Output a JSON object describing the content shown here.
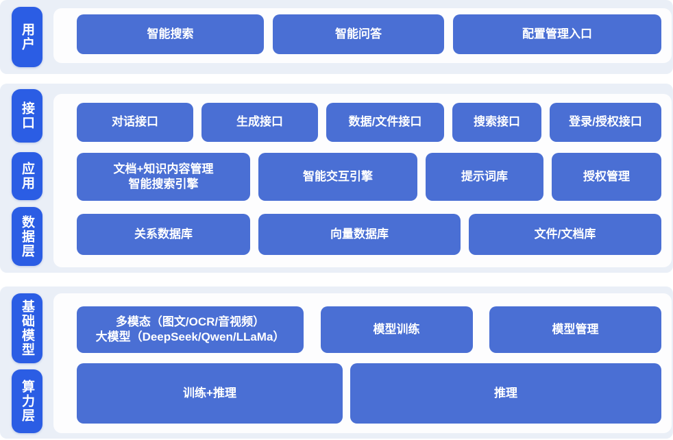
{
  "colors": {
    "layer_label_blue": "#2b5de4",
    "block_blue": "#4a6fd4",
    "section_background": "#eaeff7",
    "panel_background": "#fdfdfe",
    "text": "#ffffff"
  },
  "sections": [
    {
      "labels": [
        {
          "text": "用户"
        }
      ],
      "rows": [
        {
          "boxes": [
            {
              "label": "智能搜索"
            },
            {
              "label": "智能问答"
            },
            {
              "label": "配置管理入口"
            }
          ]
        }
      ]
    },
    {
      "labels": [
        {
          "text": "接口"
        },
        {
          "text": "应用"
        },
        {
          "text": "数据层"
        }
      ],
      "rows": [
        {
          "boxes": [
            {
              "label": "对话接口"
            },
            {
              "label": "生成接口"
            },
            {
              "label": "数据/文件接口"
            },
            {
              "label": "搜索接口"
            },
            {
              "label": "登录/授权接口"
            }
          ]
        },
        {
          "boxes": [
            {
              "label_line1": "文档+知识内容管理",
              "label_line2": "智能搜索引擎"
            },
            {
              "label": "智能交互引擎"
            },
            {
              "label": "提示词库"
            },
            {
              "label": "授权管理"
            }
          ]
        },
        {
          "boxes": [
            {
              "label": "关系数据库"
            },
            {
              "label": "向量数据库"
            },
            {
              "label": "文件/文档库"
            }
          ]
        }
      ]
    },
    {
      "labels": [
        {
          "text": "基础模型"
        },
        {
          "text": "算力层"
        }
      ],
      "rows": [
        {
          "boxes": [
            {
              "label_line1": "多模态（图文/OCR/音视频）",
              "label_line2": "大模型（DeepSeek/Qwen/LLaMa）"
            },
            {
              "label": "模型训练"
            },
            {
              "label": "模型管理"
            }
          ]
        },
        {
          "boxes": [
            {
              "label": "训练+推理"
            },
            {
              "label": "推理"
            }
          ]
        }
      ]
    }
  ]
}
